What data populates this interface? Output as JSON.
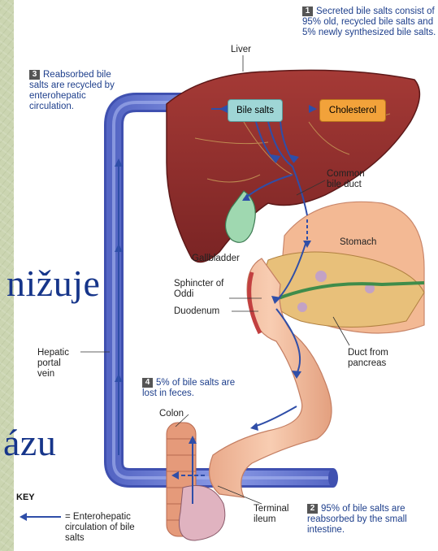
{
  "steps": {
    "s1": {
      "num": "1",
      "text": "Secreted bile salts consist of 95% old, recycled bile salts and 5% newly synthesized bile salts."
    },
    "s2": {
      "num": "2",
      "text": "95% of bile salts are reabsorbed by the small intestine."
    },
    "s3": {
      "num": "3",
      "text": "Reabsorbed bile salts are recycled by enterohepatic circulation."
    },
    "s4": {
      "num": "4",
      "text": "5% of bile salts are lost in feces."
    }
  },
  "labels": {
    "liver": "Liver",
    "bile_salts": "Bile salts",
    "cholesterol": "Cholesterol",
    "common_bile_duct": "Common bile duct",
    "stomach": "Stomach",
    "gallbladder": "Gallbladder",
    "sphincter": "Sphincter of Oddi",
    "duodenum": "Duodenum",
    "duct_from_pancreas": "Duct from pancreas",
    "hepatic_portal_vein": "Hepatic portal vein",
    "colon": "Colon",
    "terminal_ileum": "Terminal ileum"
  },
  "key": {
    "title": "KEY",
    "entry": "= Enterohepatic circulation of bile salts"
  },
  "overlay": {
    "text1": "nižuje",
    "text2": "ázu"
  },
  "colors": {
    "bile_salts_box": "#9fd6d6",
    "cholesterol_box": "#f2a23a",
    "vein": "#6b7fd0",
    "liver": "#8e2c2c",
    "step_text": "#1e3f8c"
  }
}
